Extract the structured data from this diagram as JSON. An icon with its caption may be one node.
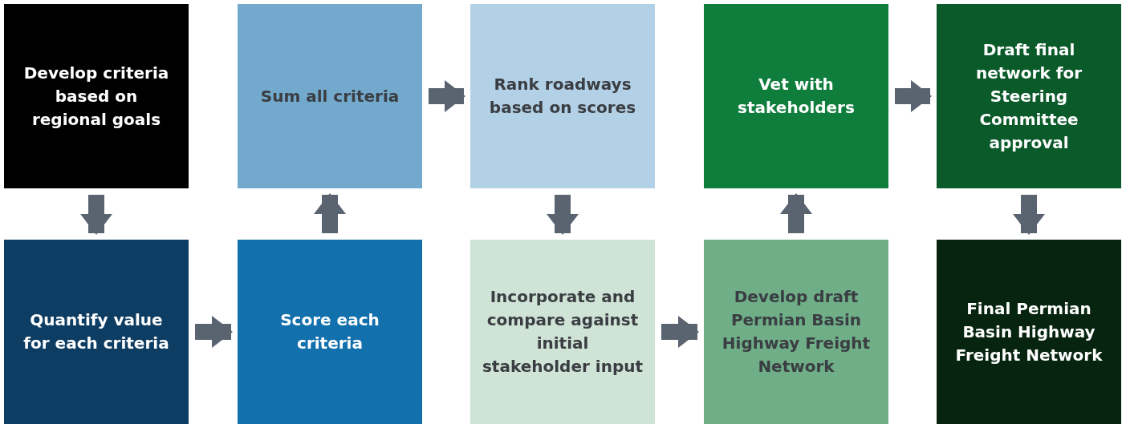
{
  "diagram": {
    "nodes": [
      {
        "text": [
          "Develop criteria based on regional goals"
        ]
      },
      {
        "text": [
          "Sum all criteria"
        ]
      },
      {
        "text": [
          "Rank roadways based on scores"
        ]
      },
      {
        "text": [
          "Vet with stakeholders"
        ]
      },
      {
        "text": [
          "Draft final network for Steering Committee approval"
        ]
      },
      {
        "text": [
          "Quantify value for each criteria"
        ]
      },
      {
        "text": [
          "Score each criteria"
        ]
      },
      {
        "text": [
          "Incorporate and compare against initial stakeholder input"
        ]
      },
      {
        "text": [
          "Develop draft Permian Basin Highway Freight Network"
        ]
      },
      {
        "text": [
          "Final Permian Basin Highway Freight Network"
        ]
      }
    ],
    "edges": [
      {
        "from": 0,
        "to": 5,
        "arrow": "to"
      },
      {
        "from": 5,
        "to": 6,
        "arrow": "to"
      },
      {
        "from": 6,
        "to": 1,
        "arrow": "to"
      },
      {
        "from": 1,
        "to": 2,
        "arrow": "to"
      },
      {
        "from": 2,
        "to": 7,
        "arrow": "to"
      },
      {
        "from": 7,
        "to": 8,
        "arrow": "to"
      },
      {
        "from": 8,
        "to": 3,
        "arrow": "to"
      },
      {
        "from": 3,
        "to": 4,
        "arrow": "to"
      },
      {
        "from": 4,
        "to": 9,
        "arrow": "to"
      }
    ]
  }
}
